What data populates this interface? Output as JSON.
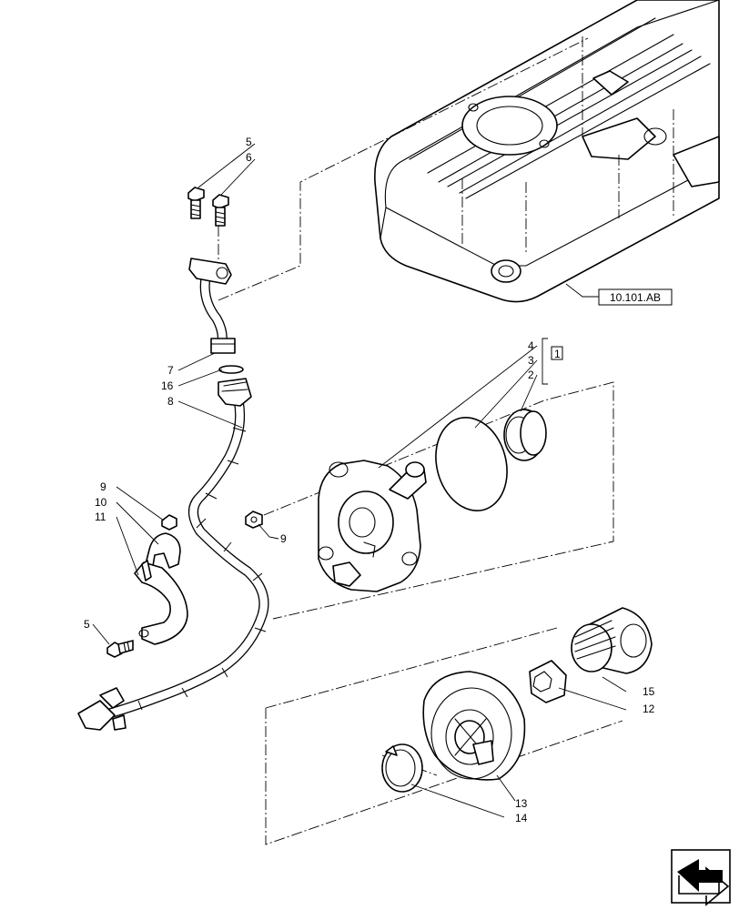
{
  "callouts": {
    "c5_top": "5",
    "c6": "6",
    "c7": "7",
    "c16": "16",
    "c8": "8",
    "c9_left": "9",
    "c10": "10",
    "c11": "11",
    "c5_bottom": "5",
    "c9_mid": "9",
    "c4": "4",
    "c3": "3",
    "c2": "2",
    "c1": "1",
    "c15": "15",
    "c12": "12",
    "c13": "13",
    "c14": "14"
  },
  "reference_label": "10.101.AB",
  "nav_icon": "next-page-arrow-icon"
}
